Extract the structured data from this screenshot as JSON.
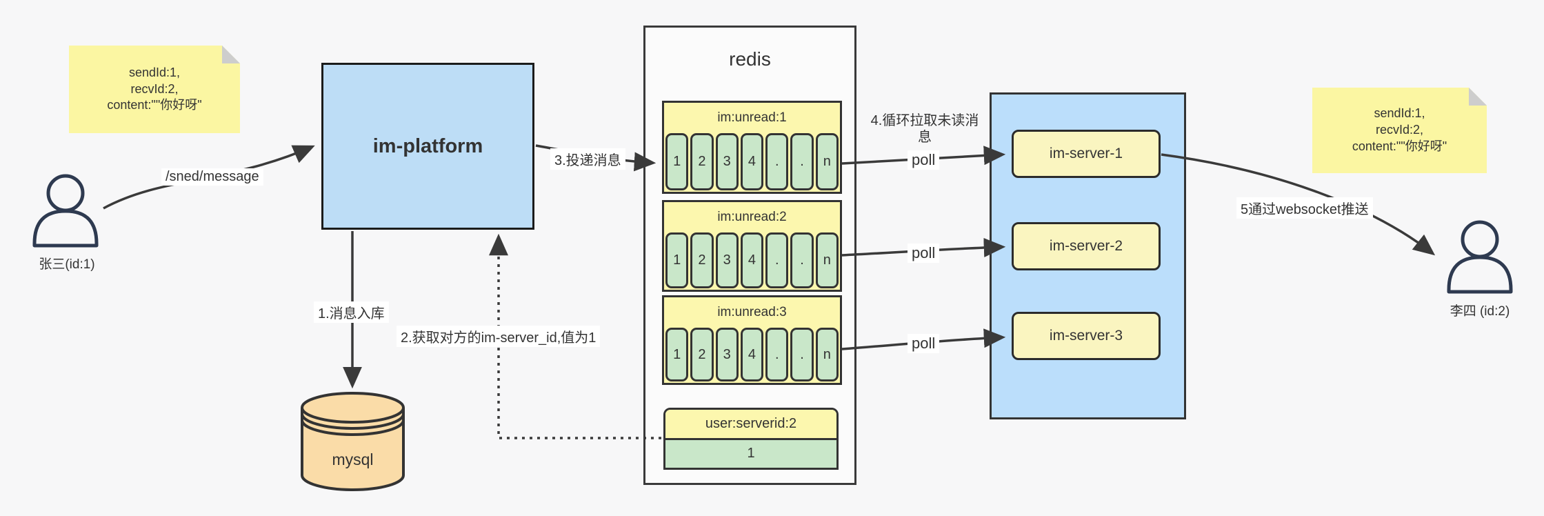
{
  "diagram": {
    "background_color": "#f7f7f8",
    "accent_colors": {
      "note_yellow": "#fbf6a2",
      "queue_header_yellow": "#fcf7ae",
      "server_yellow": "#faf5c0",
      "cell_green": "#c9e7c9",
      "platform_blue": "#bdddf6",
      "container_blue": "#bbdefb",
      "mysql_orange": "#fadca8",
      "line_dark": "#3a3a3a"
    },
    "actors": {
      "sender": {
        "label": "张三(id:1)"
      },
      "receiver": {
        "label": "李四 (id:2)"
      }
    },
    "notes": {
      "left": {
        "lines": [
          "sendId:1,",
          "recvId:2,",
          "content:\"\"你好呀\""
        ]
      },
      "right": {
        "lines": [
          "sendId:1,",
          "recvId:2,",
          "content:\"\"你好呀\""
        ]
      }
    },
    "platform": {
      "label": "im-platform"
    },
    "mysql": {
      "label": "mysql"
    },
    "redis": {
      "title": "redis",
      "queues": [
        {
          "header": "im:unread:1",
          "cells": [
            "1",
            "2",
            "3",
            "4",
            ".",
            ".",
            "n"
          ]
        },
        {
          "header": "im:unread:2",
          "cells": [
            "1",
            "2",
            "3",
            "4",
            ".",
            ".",
            "n"
          ]
        },
        {
          "header": "im:unread:3",
          "cells": [
            "1",
            "2",
            "3",
            "4",
            ".",
            ".",
            "n"
          ]
        }
      ],
      "kv": {
        "header": "user:serverid:2",
        "value": "1"
      }
    },
    "servers": {
      "items": [
        {
          "label": "im-server-1"
        },
        {
          "label": "im-server-2"
        },
        {
          "label": "im-server-3"
        }
      ]
    },
    "edges": {
      "send_label": "/sned/message",
      "step1_label": "1.消息入库",
      "step2_label": "2.获取对方的im-server_id,值为1",
      "step3_label": "3.投递消息",
      "step4_label": "4.循环拉取未读消息",
      "poll_label": "poll",
      "step5_label": "5通过websocket推送"
    }
  }
}
